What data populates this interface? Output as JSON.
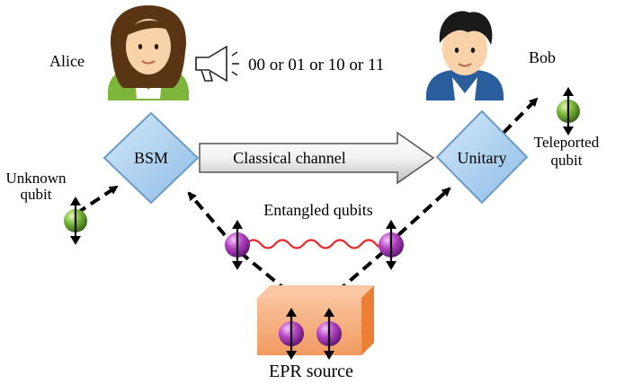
{
  "labels": {
    "alice": "Alice",
    "bob": "Bob",
    "message": "00 or 01 or 10 or 11",
    "bsm": "BSM",
    "unitary": "Unitary",
    "channel": "Classical channel",
    "unknown_line1": "Unknown",
    "unknown_line2": "qubit",
    "teleported_line1": "Teleported",
    "teleported_line2": "qubit",
    "entangled": "Entangled qubits",
    "source": "EPR source"
  },
  "colors": {
    "diamond": "#a9cfee",
    "diamond_edge": "#6a9ac6",
    "qubit_purple": "#b03fc0",
    "qubit_green": "#7ab83a",
    "entangle_wave": "#e8262e",
    "source_box": "#f6a772",
    "source_box_side": "#ec7e35"
  },
  "icons": [
    "alice-avatar-icon",
    "bob-avatar-icon",
    "megaphone-icon",
    "arrow-icon"
  ]
}
